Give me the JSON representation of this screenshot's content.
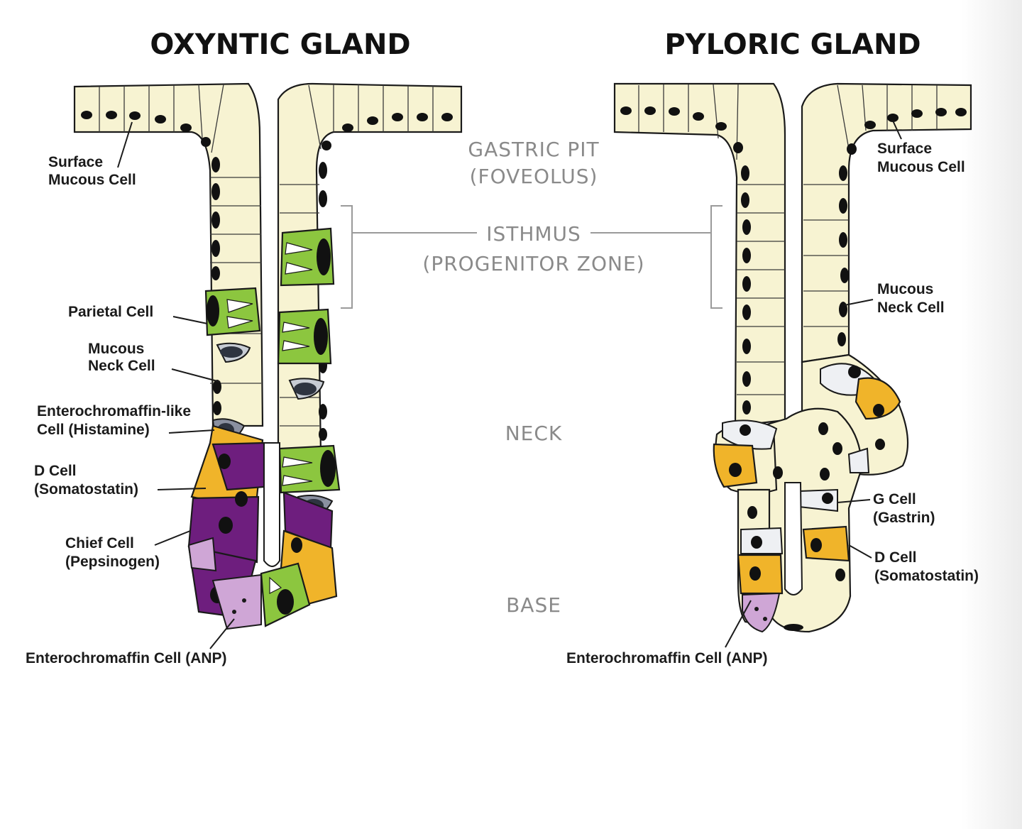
{
  "titles": {
    "oxyntic": "OXYNTIC GLAND",
    "pyloric": "PYLORIC GLAND"
  },
  "zones": {
    "pit_line1": "GASTRIC PIT",
    "pit_line2": "(FOVEOLUS)",
    "isthmus_line1": "ISTHMUS",
    "isthmus_line2": "(PROGENITOR ZONE)",
    "neck": "NECK",
    "base": "BASE"
  },
  "oxyntic_labels": {
    "surface_mucous_1": "Surface",
    "surface_mucous_2": "Mucous Cell",
    "parietal": "Parietal Cell",
    "mucous_neck_1": "Mucous",
    "mucous_neck_2": "Neck Cell",
    "ecl_1": "Enterochromaffin-like",
    "ecl_2": "Cell (Histamine)",
    "d_cell_1": "D Cell",
    "d_cell_2": "(Somatostatin)",
    "chief_1": "Chief Cell",
    "chief_2": "(Pepsinogen)",
    "ec": "Enterochromaffin Cell (ANP)"
  },
  "pyloric_labels": {
    "surface_mucous_1": "Surface",
    "surface_mucous_2": "Mucous Cell",
    "mucous_neck_1": "Mucous",
    "mucous_neck_2": "Neck Cell",
    "g_cell_1": "G Cell",
    "g_cell_2": "(Gastrin)",
    "d_cell_1": "D Cell",
    "d_cell_2": "(Somatostatin)",
    "ec": "Enterochromaffin Cell (ANP)"
  },
  "colors": {
    "mucous": "#f7f3d2",
    "parietal": "#8cc63f",
    "chief": "#6e1e7e",
    "d_cell": "#f0b42a",
    "ec_cell": "#cfa6d6",
    "neck_cell": "#eef0f3"
  }
}
